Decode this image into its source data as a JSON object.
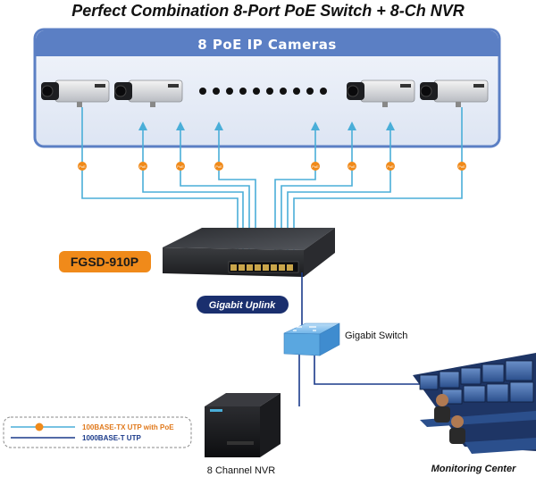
{
  "title": "Perfect Combination 8-Port PoE Switch + 8-Ch NVR",
  "cameras_banner": "8 PoE IP Cameras",
  "switch_model": "FGSD-910P",
  "uplink_label": "Gigabit Uplink",
  "gigabit_switch_label": "Gigabit Switch",
  "nvr_label": "8 Channel NVR",
  "monitoring_label": "Monitoring Center",
  "poe_badge": "PoE",
  "legend": {
    "poe_cable": "100BASE-TX UTP with PoE",
    "uplink_cable": "1000BASE-T UTP"
  },
  "colors": {
    "poe_line": "#4aaed8",
    "uplink_line": "#1a3a8a",
    "poe_dot": "#f08a1a",
    "banner": "#5b7fc4",
    "model_badge": "#f08a1a",
    "uplink_badge": "#1a2f6e"
  }
}
